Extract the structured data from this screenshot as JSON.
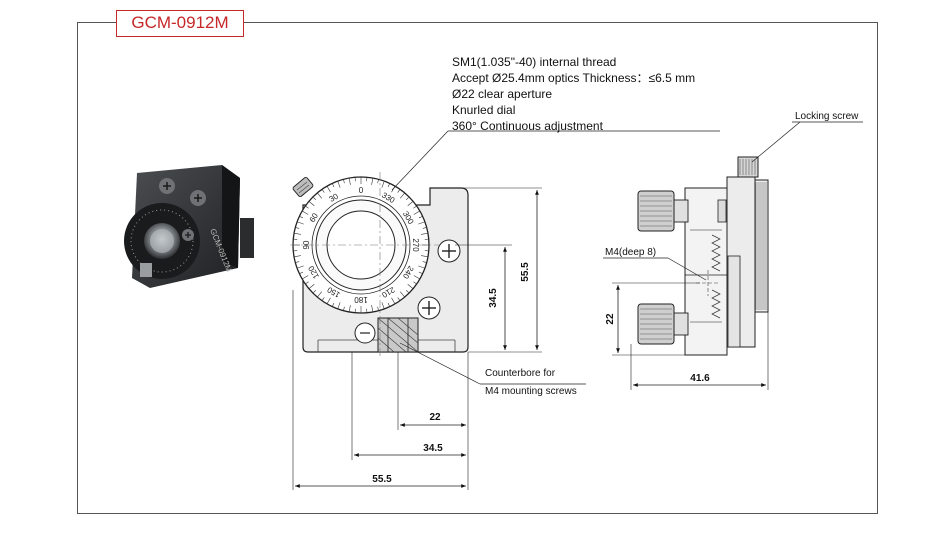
{
  "model": "GCM-0912M",
  "specs": [
    "SM1(1.035\"-40) internal thread",
    "Accept Ø25.4mm optics Thickness：≤6.5 mm",
    "Ø22 clear aperture",
    "Knurled dial",
    "360° Continuous adjustment"
  ],
  "callouts": {
    "locking_screw": "Locking screw",
    "m4_tap": "M4(deep 8)",
    "counterbore_line1": "Counterbore for",
    "counterbore_line2": "M4 mounting screws"
  },
  "dimensions": {
    "front_height": "55.5",
    "front_hole_height": "34.5",
    "bottom_22": "22",
    "bottom_345": "34.5",
    "bottom_555": "55.5",
    "side_22": "22",
    "side_depth": "41.6"
  },
  "dial_labels": [
    "30",
    "0",
    "330",
    "300",
    "270",
    "240",
    "210",
    "180",
    "150",
    "120",
    "90",
    "60"
  ],
  "colors": {
    "accent": "#c62828",
    "line": "#222222",
    "body_fill": "#ededed"
  }
}
